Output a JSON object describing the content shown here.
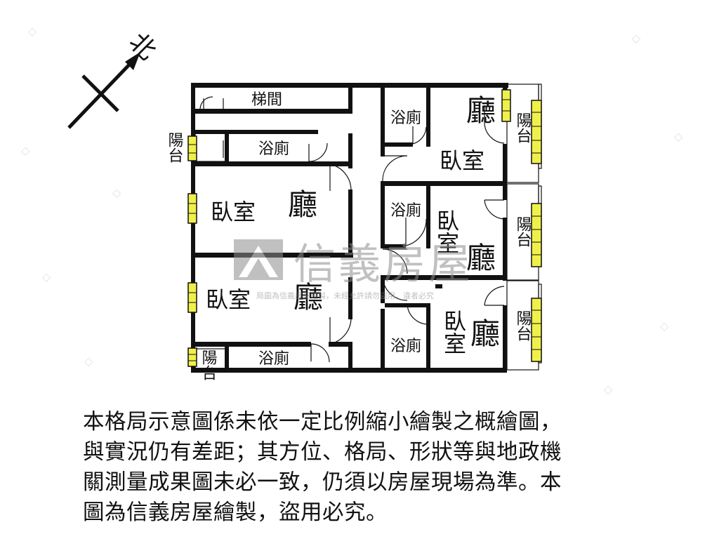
{
  "compass": {
    "north_label": "北"
  },
  "rooms": {
    "stair": "梯間",
    "bath_upper_left": "浴廁",
    "bath_lower_left": "浴廁",
    "bath_r1": "浴廁",
    "bath_r2": "浴廁",
    "bath_r3": "浴廁",
    "bedroom_left_1": "臥室",
    "bedroom_left_2": "臥室",
    "bedroom_r1": "臥室",
    "bedroom_r2": "臥室",
    "bedroom_r3": "臥室",
    "living_left_1": "廳",
    "living_left_2": "廳",
    "living_r1": "廳",
    "living_r2": "廳",
    "living_r3": "廳",
    "balcony": "陽台"
  },
  "watermark": {
    "brand": "信義房屋",
    "notice": "局圖為信義房屋繪製，未經允許請勿盜用，違者必究"
  },
  "disclaimer": {
    "lines": [
      "本格局示意圖係未依一定比例縮小繪製之概繪圖，",
      "與實況仍有差距；其方位、格局、形狀等與地政機",
      "關測量成果圖未必一致，仍須以房屋現場為準。本",
      "圖為信義房屋繪製，盜用必究。"
    ]
  },
  "colors": {
    "wall": "#111111",
    "window": "#f0f04a",
    "watermark": "#9a9a9a"
  }
}
